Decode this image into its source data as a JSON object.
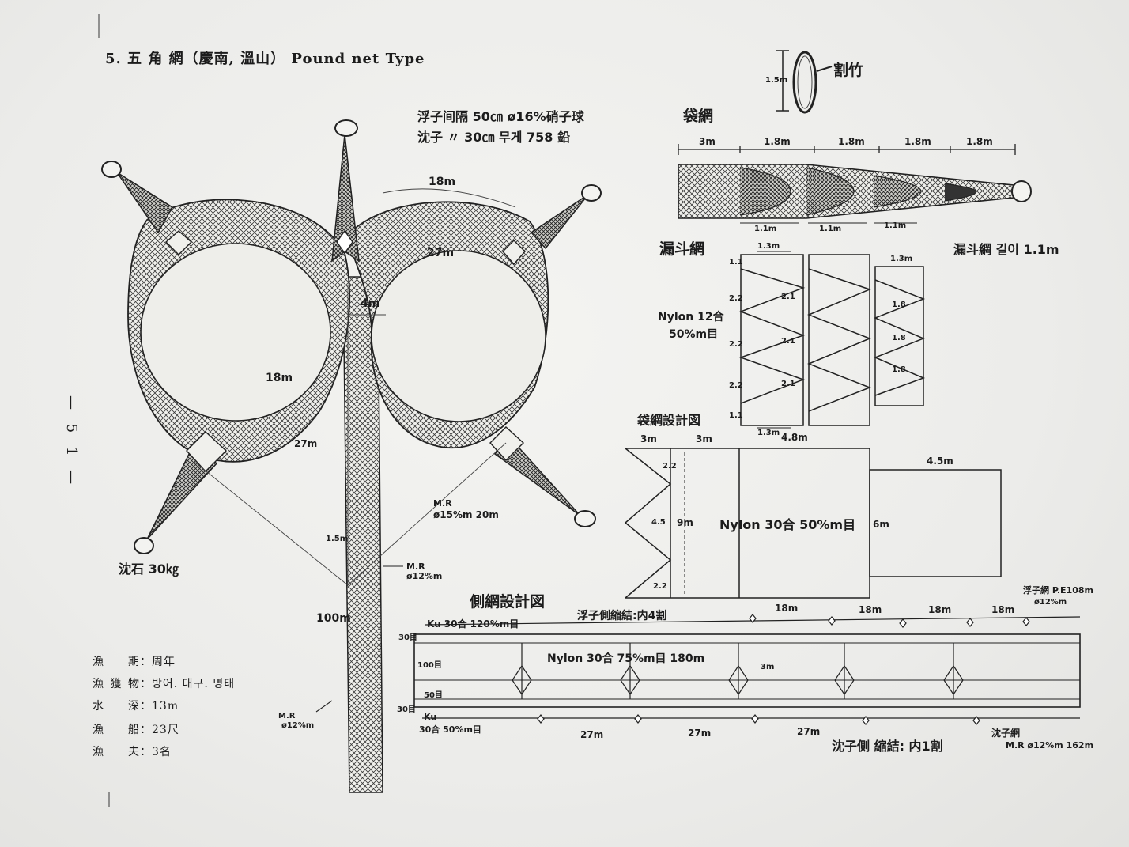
{
  "title": "5. 五 角 網（慶南, 溫山） Pound net Type",
  "page_number": "— 5 1 —",
  "float_spec": "浮子间隔 50㎝ ø16%硝子球",
  "sinker_spec": "沈子 〃 30㎝ 무게 758 鉛",
  "ring_labels": {
    "ring_height": "1.5m",
    "ring_material": "割竹"
  },
  "bag_net": {
    "title": "袋網",
    "section_lengths": [
      "3m",
      "1.8m",
      "1.8m",
      "1.8m",
      "1.8m"
    ],
    "funnel_spacings": [
      "1.1m",
      "1.1m",
      "1.1m"
    ]
  },
  "funnel_net": {
    "title": "漏斗網",
    "length_note": "漏斗網 길이 1.1m",
    "material": [
      "Nylon 12合",
      "50%m目"
    ],
    "panel1": {
      "top": "1.3m",
      "bottom": "1.3m",
      "left": [
        "1.1",
        "2.2",
        "2.2",
        "2.2",
        "1.1"
      ],
      "right": [
        "2.1",
        "2.1",
        "2.1"
      ]
    },
    "panel3": {
      "top": "1.3m",
      "left": [
        "1.8",
        "1.8",
        "1.8"
      ]
    }
  },
  "bag_design": {
    "title": "袋網設計図",
    "top_dims": [
      "3m",
      "3m",
      "4.8m",
      "4.5m"
    ],
    "left_dims": [
      "2.2",
      "4.5",
      "2.2"
    ],
    "height": "9m",
    "label": "Nylon 30合 50%m目",
    "right_height": "6m"
  },
  "main_net": {
    "arc_top": "18m",
    "arc_inner": "27m",
    "gap": "4m",
    "left_ring": "18m",
    "left_line": "27m",
    "mr_right": [
      "M.R",
      "ø15%m 20m"
    ],
    "anchor_line": "1.5m",
    "mr_mid": [
      "M.R",
      "ø12%m"
    ],
    "leader_length": "100m",
    "mr_bottom": [
      "M.R",
      "ø12%m"
    ],
    "anchor_stone": "沈石 30㎏"
  },
  "side_net": {
    "title": "側網設計図",
    "float_shrink": "浮子側縮結:内4割",
    "float_rope": [
      "浮子網 P.E108m",
      "ø12%m"
    ],
    "top_spacings": [
      "18m",
      "18m",
      "18m",
      "18m"
    ],
    "ku_top": "Ku 30合 120%m目",
    "rows": [
      "30目",
      "100目",
      "50目",
      "30目"
    ],
    "label": "Nylon 30合 75%m目 180m",
    "diamond": "3m",
    "ku_bottom": [
      "Ku",
      "30合 50%m目"
    ],
    "bottom_spacings": [
      "27m",
      "27m",
      "27m"
    ],
    "sinker_shrink": "沈子側 縮結: 内1割",
    "sinker_rope": [
      "沈子網",
      "M.R ø12%m 162m"
    ]
  },
  "info": [
    {
      "key": "漁 期",
      "value": "周年"
    },
    {
      "key": "漁獲物",
      "value": "방어. 대구. 명태"
    },
    {
      "key": "水 深",
      "value": "13m"
    },
    {
      "key": "漁 船",
      "value": "23尺"
    },
    {
      "key": "漁 夫",
      "value": "3名"
    }
  ]
}
